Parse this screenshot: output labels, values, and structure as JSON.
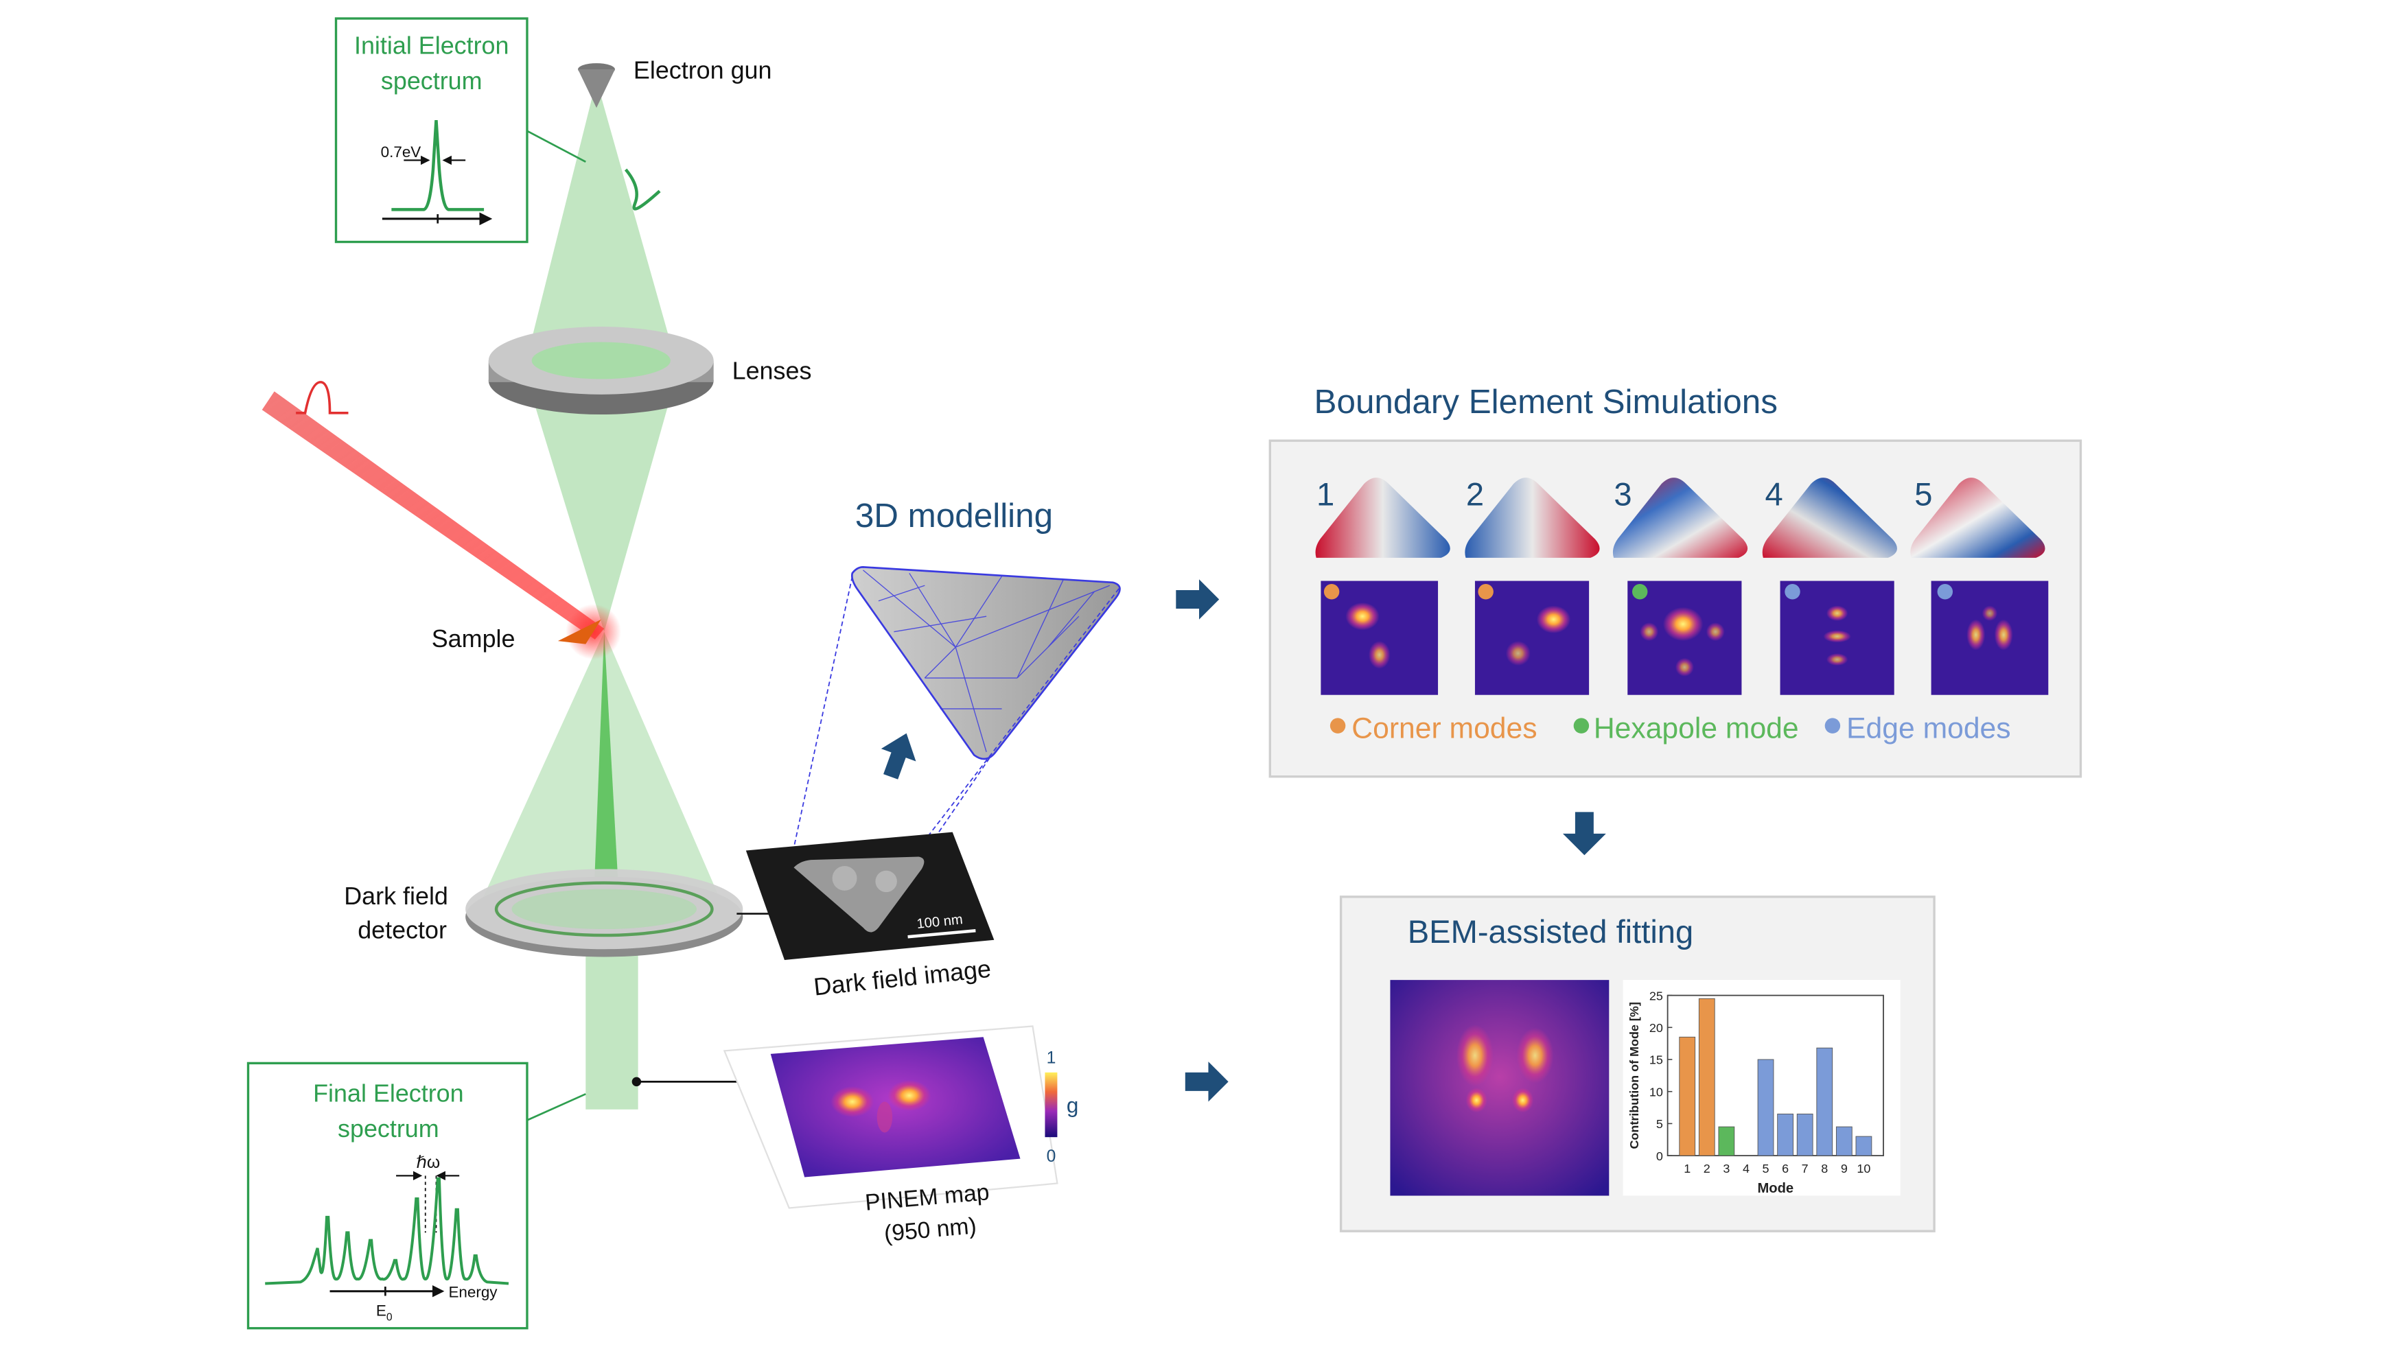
{
  "left_column": {
    "initial_box": {
      "title_line1": "Initial Electron",
      "title_line2": "spectrum",
      "width_label": "0.7eV"
    },
    "labels": {
      "electron_gun": "Electron gun",
      "lenses": "Lenses",
      "sample": "Sample",
      "dark_field_line1": "Dark field",
      "dark_field_line2": "detector"
    },
    "final_box": {
      "title_line1": "Final Electron",
      "title_line2": "spectrum",
      "photon_label": "ℏω",
      "e0_label": "E",
      "e0_sub": "0",
      "energy_label": "Energy"
    }
  },
  "middle_column": {
    "modelling_title": "3D modelling",
    "dark_field_image_label": "Dark field image",
    "scale_bar_label": "100 nm",
    "pinem_label_line1": "PINEM map",
    "pinem_label_line2": "(950 nm)",
    "colorbar": {
      "max": "1",
      "min": "0",
      "symbol": "g"
    }
  },
  "bem_panel": {
    "title": "Boundary Element Simulations",
    "mode_numbers": [
      "1",
      "2",
      "3",
      "4",
      "5"
    ],
    "legend": [
      {
        "label": "Corner modes",
        "color": "#e8954a"
      },
      {
        "label": "Hexapole mode",
        "color": "#5cb85c"
      },
      {
        "label": "Edge modes",
        "color": "#7b9bd8"
      }
    ]
  },
  "fitting_panel": {
    "title": "BEM-assisted fitting"
  },
  "colors": {
    "accent_blue": "#1f4e79",
    "spectrum_green": "#2e9e4f",
    "beam_green": "#7ecb7e",
    "corner_orange": "#e8954a",
    "hexapole_green": "#5cb85c",
    "edge_blue": "#7b9bd8"
  },
  "chart_data": {
    "type": "bar",
    "categories": [
      "1",
      "2",
      "3",
      "4",
      "5",
      "6",
      "7",
      "8",
      "9",
      "10"
    ],
    "values": [
      18.5,
      24.5,
      4.5,
      0,
      15,
      6.5,
      6.5,
      16.8,
      4.5,
      3
    ],
    "bar_colors": [
      "#e8954a",
      "#e8954a",
      "#5cb85c",
      "#5cb85c",
      "#7b9bd8",
      "#7b9bd8",
      "#7b9bd8",
      "#7b9bd8",
      "#7b9bd8",
      "#7b9bd8"
    ],
    "xlabel": "Mode",
    "ylabel": "Contribution of Mode [%]",
    "ylim": [
      0,
      25
    ],
    "yticks": [
      "0",
      "5",
      "10",
      "15",
      "20",
      "25"
    ]
  }
}
